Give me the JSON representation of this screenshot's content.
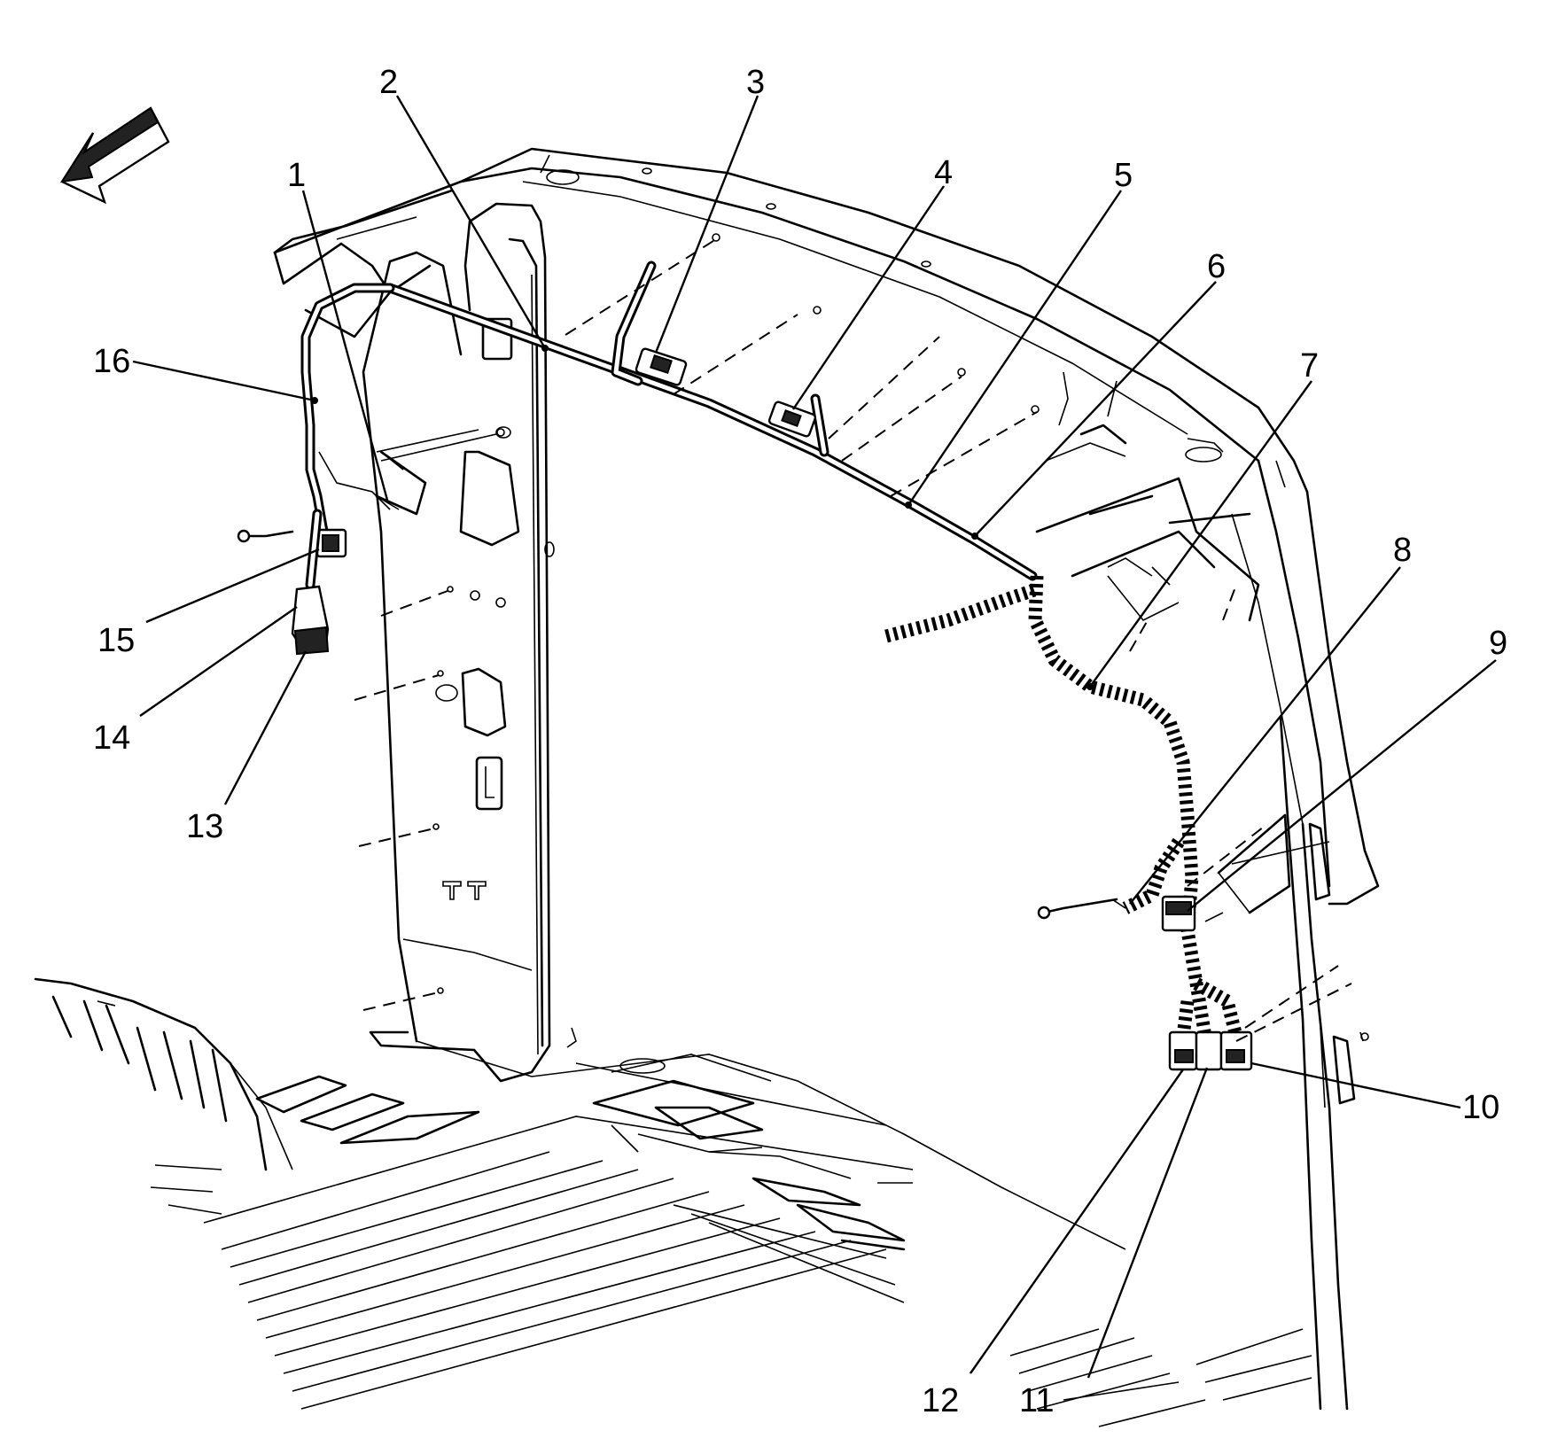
{
  "callouts": [
    {
      "id": "1",
      "text": "1"
    },
    {
      "id": "2",
      "text": "2"
    },
    {
      "id": "3",
      "text": "3"
    },
    {
      "id": "4",
      "text": "4"
    },
    {
      "id": "5",
      "text": "5"
    },
    {
      "id": "6",
      "text": "6"
    },
    {
      "id": "7",
      "text": "7"
    },
    {
      "id": "8",
      "text": "8"
    },
    {
      "id": "9",
      "text": "9"
    },
    {
      "id": "10",
      "text": "10"
    },
    {
      "id": "11",
      "text": "11"
    },
    {
      "id": "12",
      "text": "12"
    },
    {
      "id": "13",
      "text": "13"
    },
    {
      "id": "14",
      "text": "14"
    },
    {
      "id": "15",
      "text": "15"
    },
    {
      "id": "16",
      "text": "16"
    }
  ],
  "icons": {
    "direction_arrow": "front-direction-arrow-icon"
  }
}
